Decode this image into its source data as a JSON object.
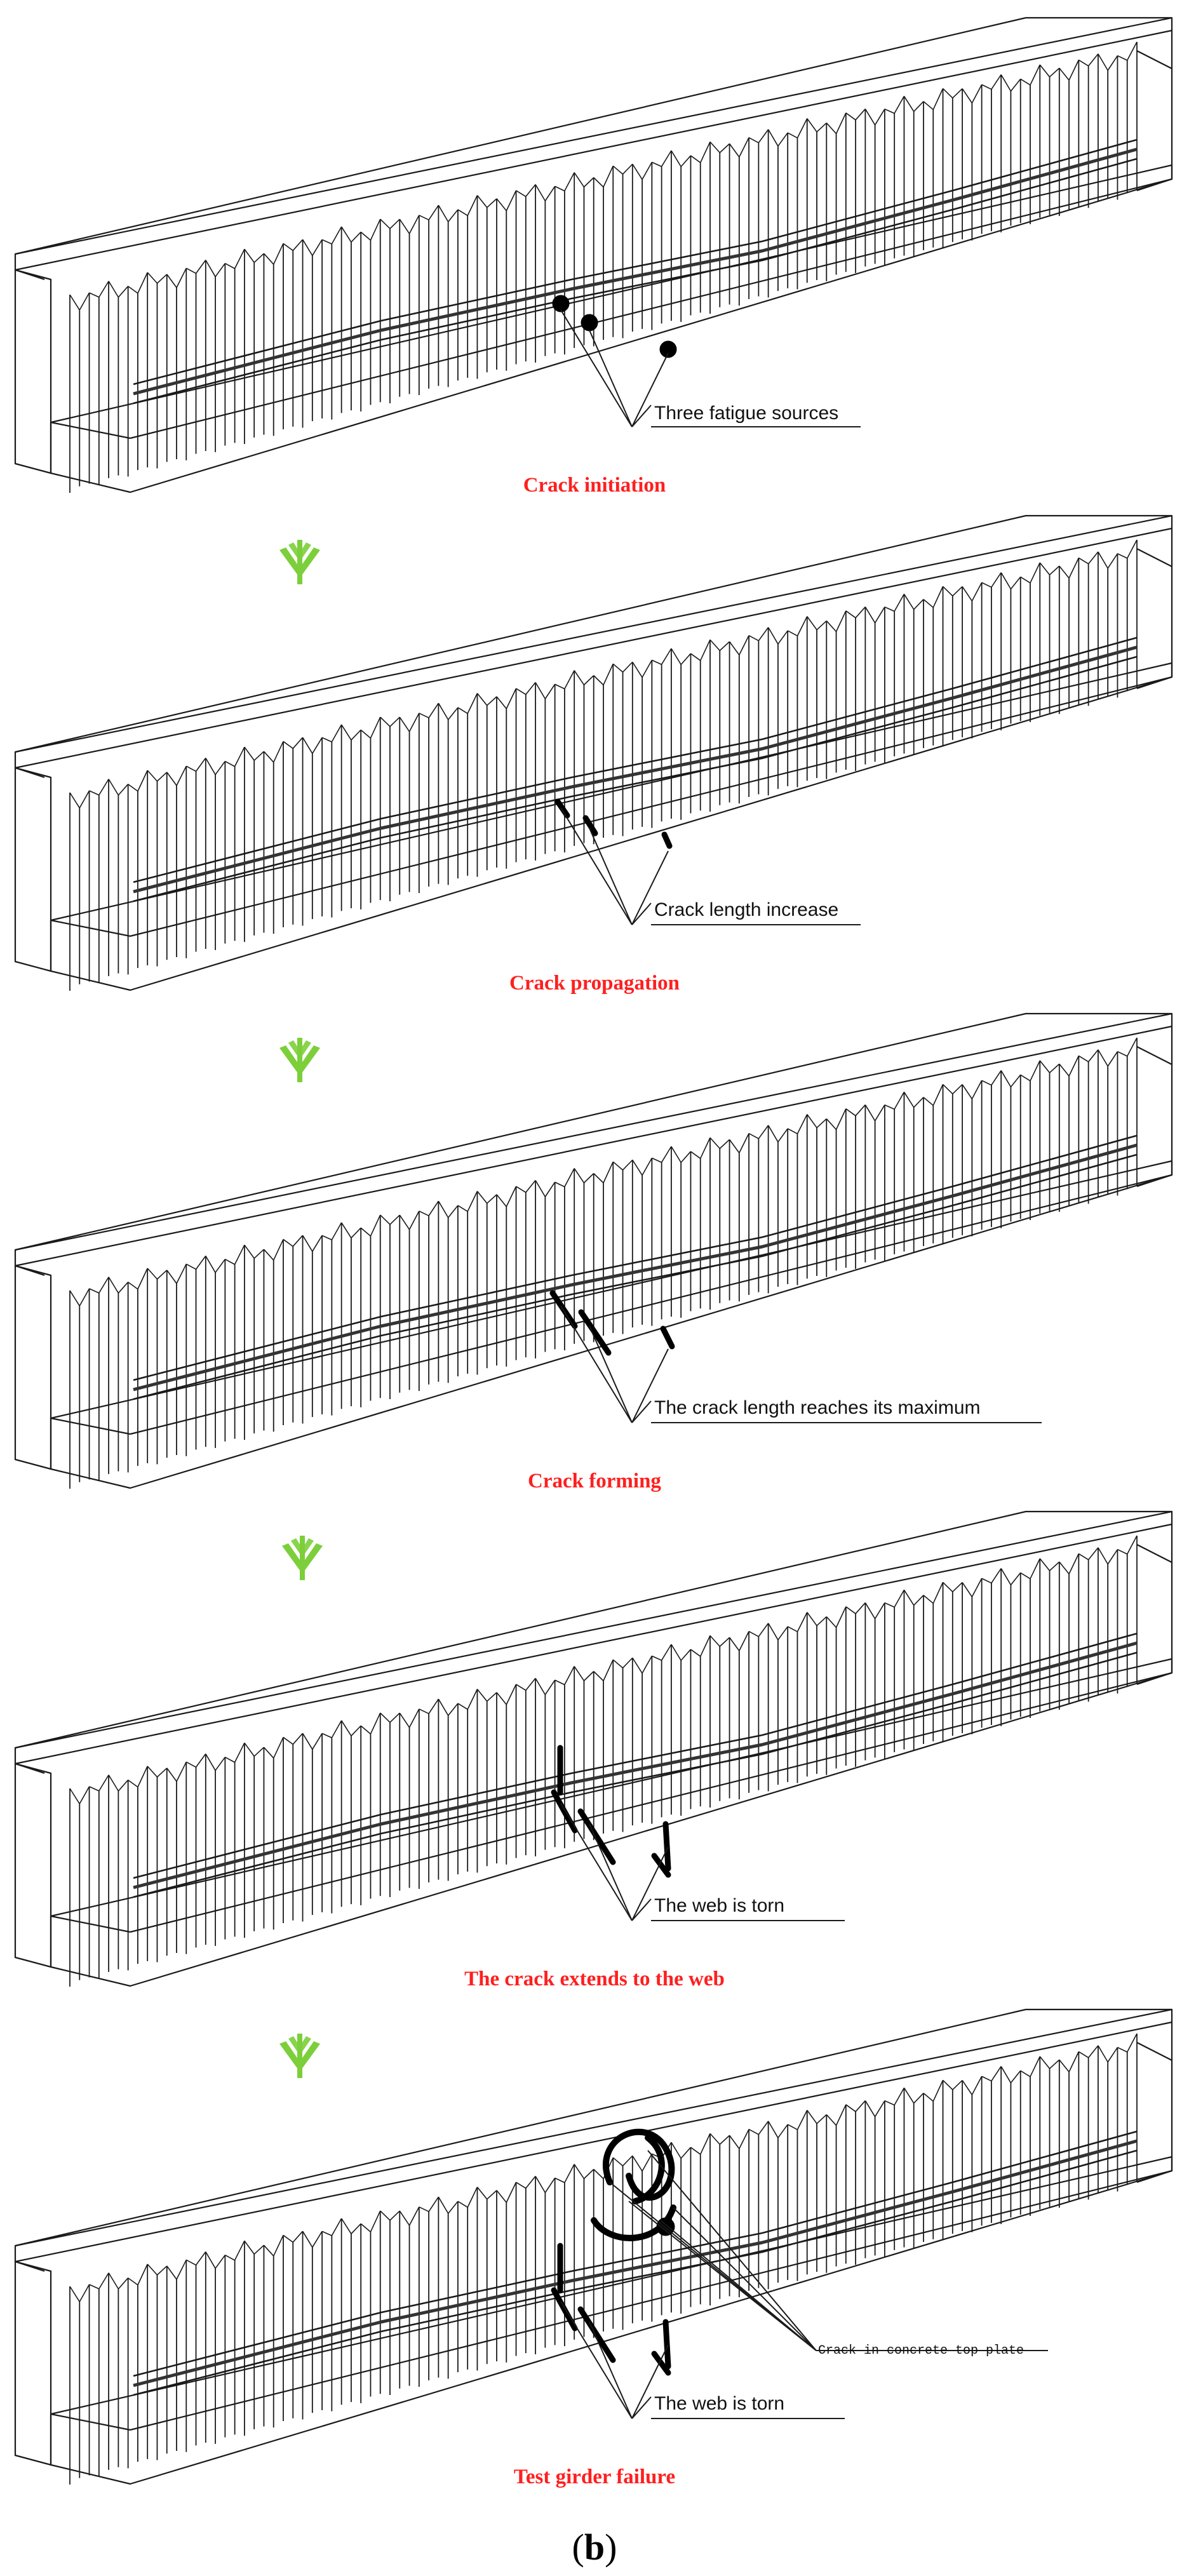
{
  "panel_label": {
    "open": "(",
    "letter": "b",
    "close": ")"
  },
  "stages": [
    {
      "caption": "Crack initiation",
      "callouts": [
        "Three fatigue sources"
      ],
      "crack_state": "sources"
    },
    {
      "caption": "Crack propagation",
      "callouts": [
        "Crack length increase"
      ],
      "crack_state": "short"
    },
    {
      "caption": "Crack forming",
      "callouts": [
        "The crack length reaches its maximum"
      ],
      "crack_state": "long"
    },
    {
      "caption": "The crack extends to the web",
      "callouts": [
        "The web is torn"
      ],
      "crack_state": "web"
    },
    {
      "caption": "Test girder failure",
      "callouts": [
        "Crack in concrete top plate",
        "The web is torn"
      ],
      "crack_state": "failure"
    }
  ],
  "colors": {
    "line": "#1a1a1a",
    "caption": "#ff1f1f",
    "arrow": "#7ccf3a"
  },
  "icons": {
    "arrow": "double-chevron-down-icon"
  }
}
